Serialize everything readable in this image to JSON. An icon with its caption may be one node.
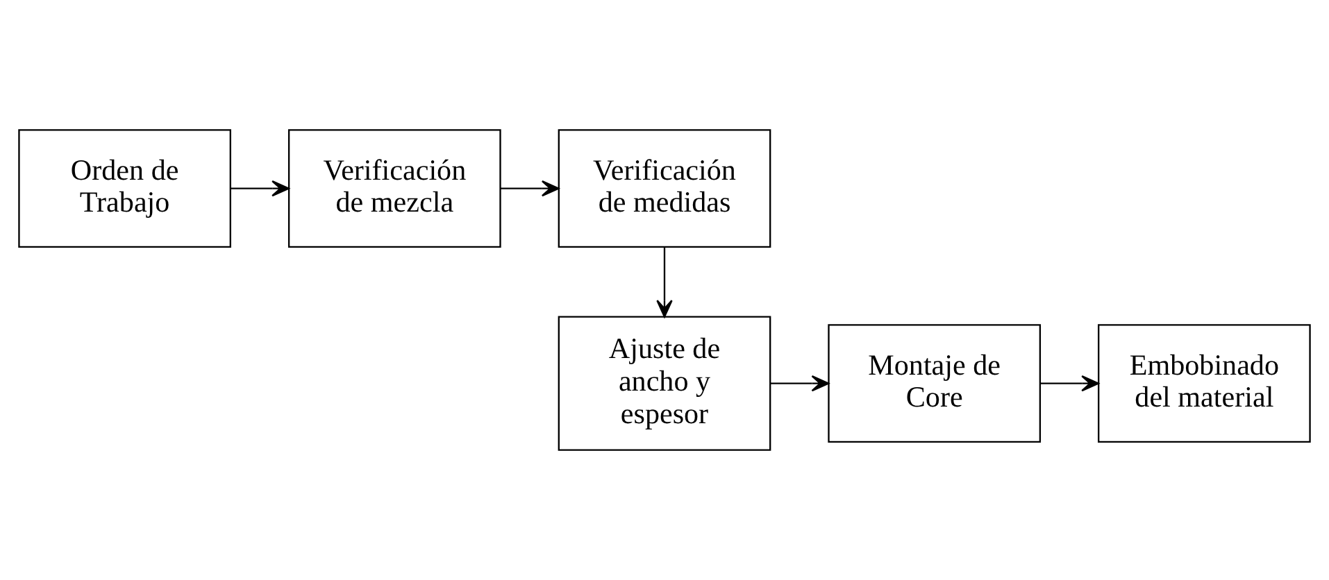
{
  "diagram": {
    "nodes": [
      {
        "text": [
          "Orden de Trabajo"
        ]
      },
      {
        "text": [
          "Verificación de mezcla"
        ]
      },
      {
        "text": [
          "Verificación de medidas"
        ]
      },
      {
        "text": [
          "Ajuste de ancho y espesor"
        ]
      },
      {
        "text": [
          "Montaje de Core"
        ]
      },
      {
        "text": [
          "Embobinado del material"
        ]
      }
    ],
    "edges": [
      {
        "from": 0,
        "to": 1,
        "arrow": "to"
      },
      {
        "from": 1,
        "to": 2,
        "arrow": "to"
      },
      {
        "from": 2,
        "to": 3,
        "arrow": "to"
      },
      {
        "from": 3,
        "to": 4,
        "arrow": "to"
      },
      {
        "from": 4,
        "to": 5,
        "arrow": "to"
      }
    ]
  }
}
